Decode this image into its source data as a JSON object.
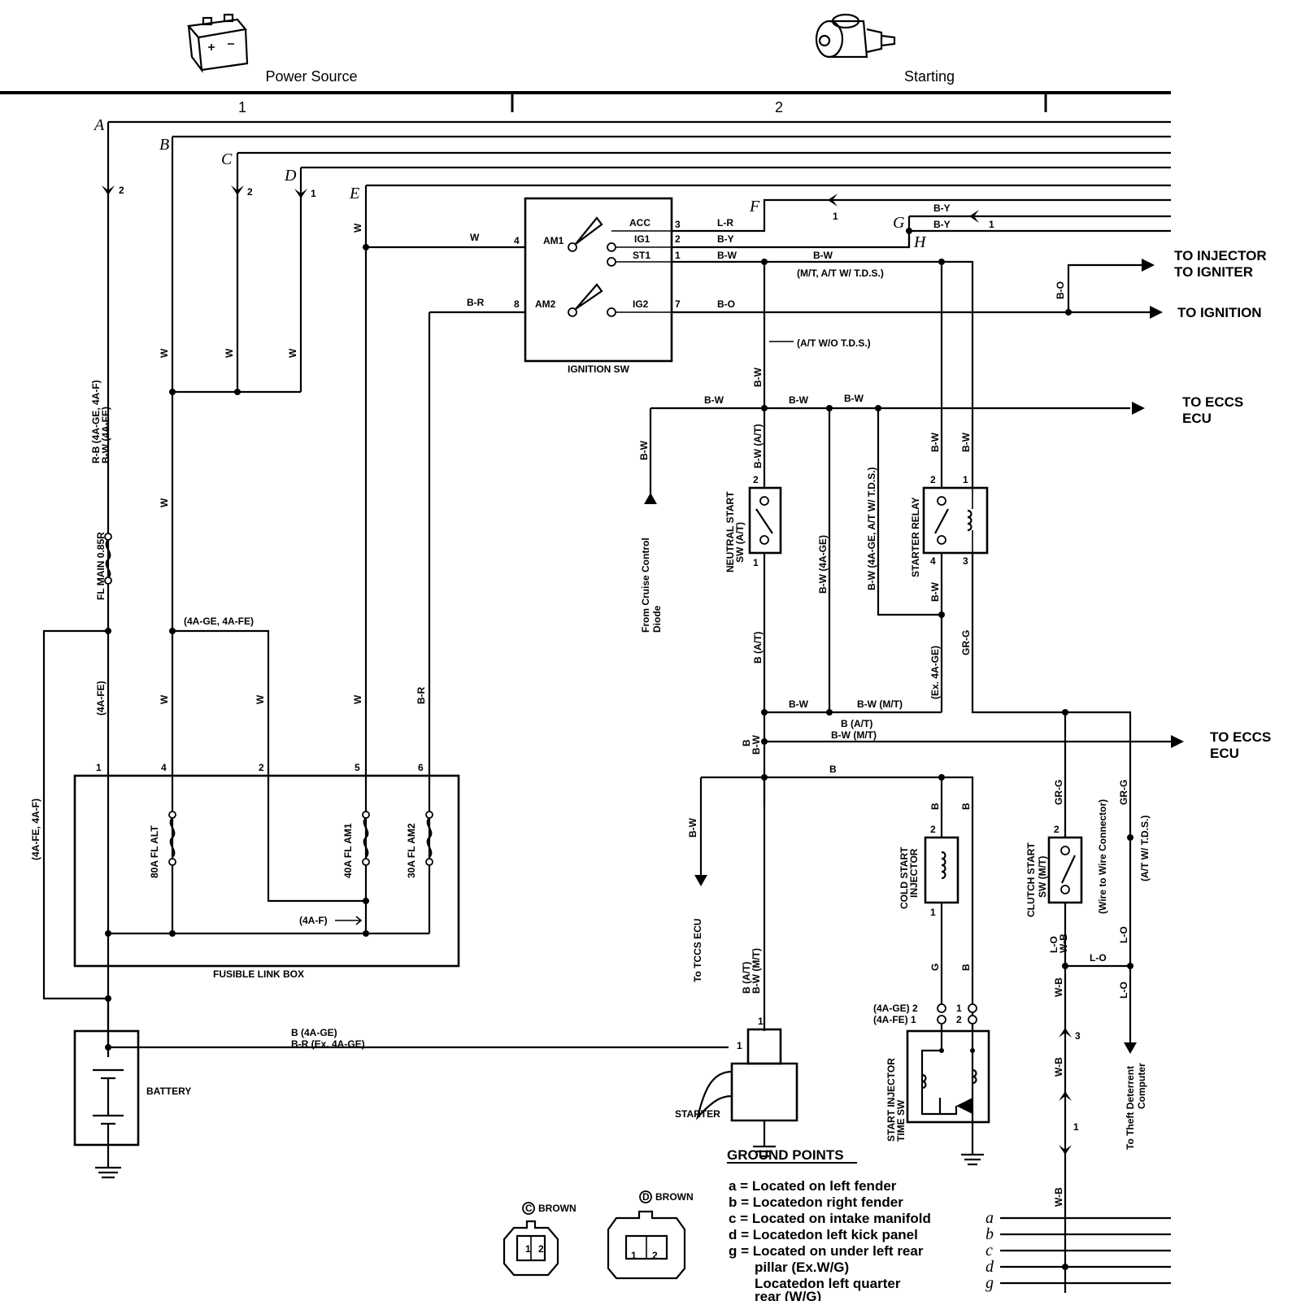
{
  "sections": {
    "power_source": "Power Source",
    "starting": "Starting",
    "col1": "1",
    "col2": "2"
  },
  "bus_letters": {
    "a": "A",
    "b": "B",
    "c": "C",
    "d": "D",
    "e": "E",
    "f": "F",
    "g": "G",
    "h": "H"
  },
  "pins": {
    "p1": "1",
    "p2": "2",
    "p3": "3",
    "p4": "4",
    "p5": "5",
    "p6": "6",
    "p7": "7",
    "p8": "8"
  },
  "ignition_sw": {
    "title": "IGNITION SW",
    "am1": "AM1",
    "am2": "AM2",
    "acc": "ACC",
    "ig1": "IG1",
    "st1": "ST1",
    "ig2": "IG2"
  },
  "wires": {
    "w": "W",
    "lr": "L-R",
    "by": "B-Y",
    "bw": "B-W",
    "br": "B-R",
    "bo": "B-O",
    "b": "B",
    "g": "G",
    "grg": "GR-G",
    "lo": "L-O",
    "wb": "W-B",
    "rb_4age": "R-B (4A-GE, 4A-F)",
    "bw_4afe": "B-W (4A-FE)",
    "mt_at_tds": "(M/T, A/T W/ T.D.S.)",
    "at_wo_tds": "(A/T W/O T.D.S.)",
    "bw_at": "B-W (A/T)",
    "bw_4age": "B-W (4A-GE)",
    "bw_4age_tds": "B-W (4A-GE, A/T W/ T.D.S.)",
    "b_at": "B (A/T)",
    "ex_4age": "(Ex. 4A-GE)",
    "bw_mt": "B-W (M/T)",
    "at_tds": "(A/T W/ T.D.S.)",
    "wire_conn": "(Wire to Wire Connector)",
    "b_4age": "B (4A-GE)",
    "br_ex": "B-R (Ex. 4A-GE)",
    "afe_af": "(4A-FE, 4A-F)",
    "afe": "(4A-FE)",
    "age_afe": "(4A-GE, 4A-FE)",
    "af": "(4A-F)"
  },
  "components": {
    "fl_main": "FL MAIN 0.85R",
    "fusible_box": "FUSIBLE LINK BOX",
    "fl_alt": "80A FL ALT",
    "fl_am1": "40A FL AM1",
    "fl_am2": "30A FL AM2",
    "battery": "BATTERY",
    "starter": "STARTER",
    "neutral_sw_1": "NEUTRAL START",
    "neutral_sw_2": "SW (A/T)",
    "starter_relay": "STARTER RELAY",
    "cold_inj_1": "COLD START",
    "cold_inj_2": "INJECTOR",
    "clutch_sw_1": "CLUTCH START",
    "clutch_sw_2": "SW (M/T)",
    "start_inj_1": "START INJECTOR",
    "start_inj_2": "TIME SW",
    "inj_pins_ge": "(4A-GE) 2",
    "inj_pins_fe": "(4A-FE) 1",
    "inj_pins_r1": "1",
    "inj_pins_r2": "2"
  },
  "destinations": {
    "to_injector": "TO INJECTOR",
    "to_igniter": "TO IGNITER",
    "to_ignition": "TO IGNITION",
    "to_eccs": "TO ECCS",
    "ecu": "ECU",
    "from_cruise_1": "From Cruise Control",
    "from_cruise_2": "Diode",
    "to_tccs": "To TCCS ECU",
    "to_theft_1": "To Theft Deterrent",
    "to_theft_2": "Computer"
  },
  "connectors": {
    "c_label": "BROWN",
    "d_label": "BROWN",
    "c_sym": "C",
    "d_sym": "D",
    "pin1": "1",
    "pin2": "2"
  },
  "ground_points": {
    "title": "GROUND POINTS",
    "items": [
      "a = Located on left fender",
      "b = Locatedon right fender",
      "c = Located on intake manifold",
      "d = Locatedon left kick panel",
      "g = Located on under left rear",
      "pillar (Ex.W/G)",
      "Locatedon left quarter",
      "rear (W/G)"
    ],
    "letters": [
      "a",
      "b",
      "c",
      "d",
      "g"
    ]
  },
  "colors": {
    "wire": "#000000",
    "background": "#ffffff"
  },
  "icons": {
    "battery": "battery-icon",
    "starter": "starter-motor-icon"
  }
}
